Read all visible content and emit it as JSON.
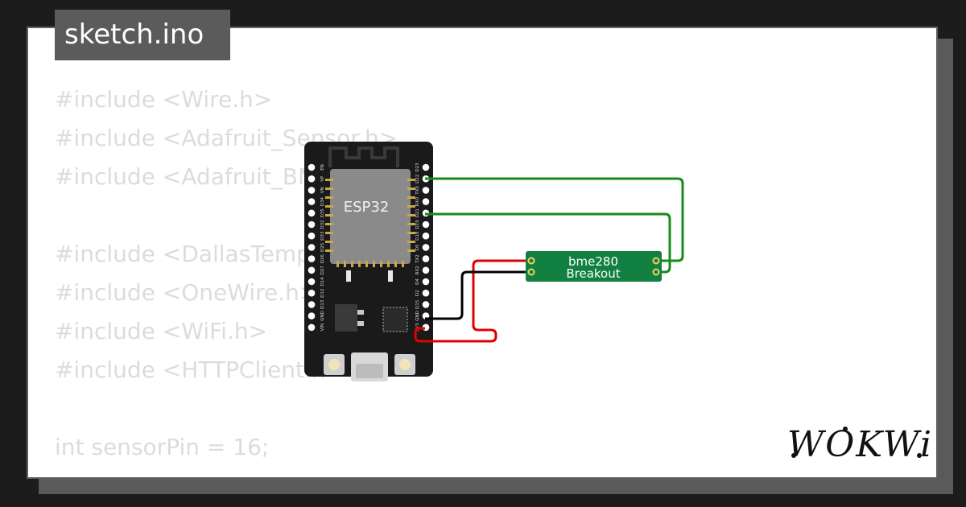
{
  "file": {
    "name": "sketch.ino"
  },
  "code_lines": [
    "#include <Wire.h>",
    "#include <Adafruit_Sensor.h>",
    "#include <Adafruit_BME280.h>",
    "",
    "#include <DallasTemperature.h>",
    "#include <OneWire.h>",
    "#include <WiFi.h>",
    "#include <HTTPClient.h>",
    "",
    "int sensorPin = 16;"
  ],
  "esp32": {
    "label": "ESP32",
    "left_pins": [
      "EN",
      "VP",
      "VN",
      "D34",
      "D35",
      "D32",
      "D33",
      "D25",
      "D26",
      "D27",
      "D14",
      "D12",
      "D13",
      "GND",
      "VIN"
    ],
    "right_pins": [
      "D23",
      "D22",
      "TX0",
      "RX0",
      "D21",
      "D19",
      "D18",
      "D5",
      "TX2",
      "RX2",
      "D4",
      "D2",
      "D15",
      "GND",
      "3V3"
    ]
  },
  "bme280": {
    "line1": "bme280",
    "line2": "Breakout"
  },
  "brand": {
    "logo_text": "WOKWi"
  },
  "colors": {
    "background": "#1c1c1c",
    "card": "#ffffff",
    "tab": "#5b5b5b",
    "code_text": "#dcdcdc",
    "board": "#1a1a1a",
    "chip": "#8a8a8a",
    "sensor_board": "#128040",
    "wire_green": "#1a8a1a",
    "wire_red": "#e00000",
    "wire_black": "#000000"
  }
}
